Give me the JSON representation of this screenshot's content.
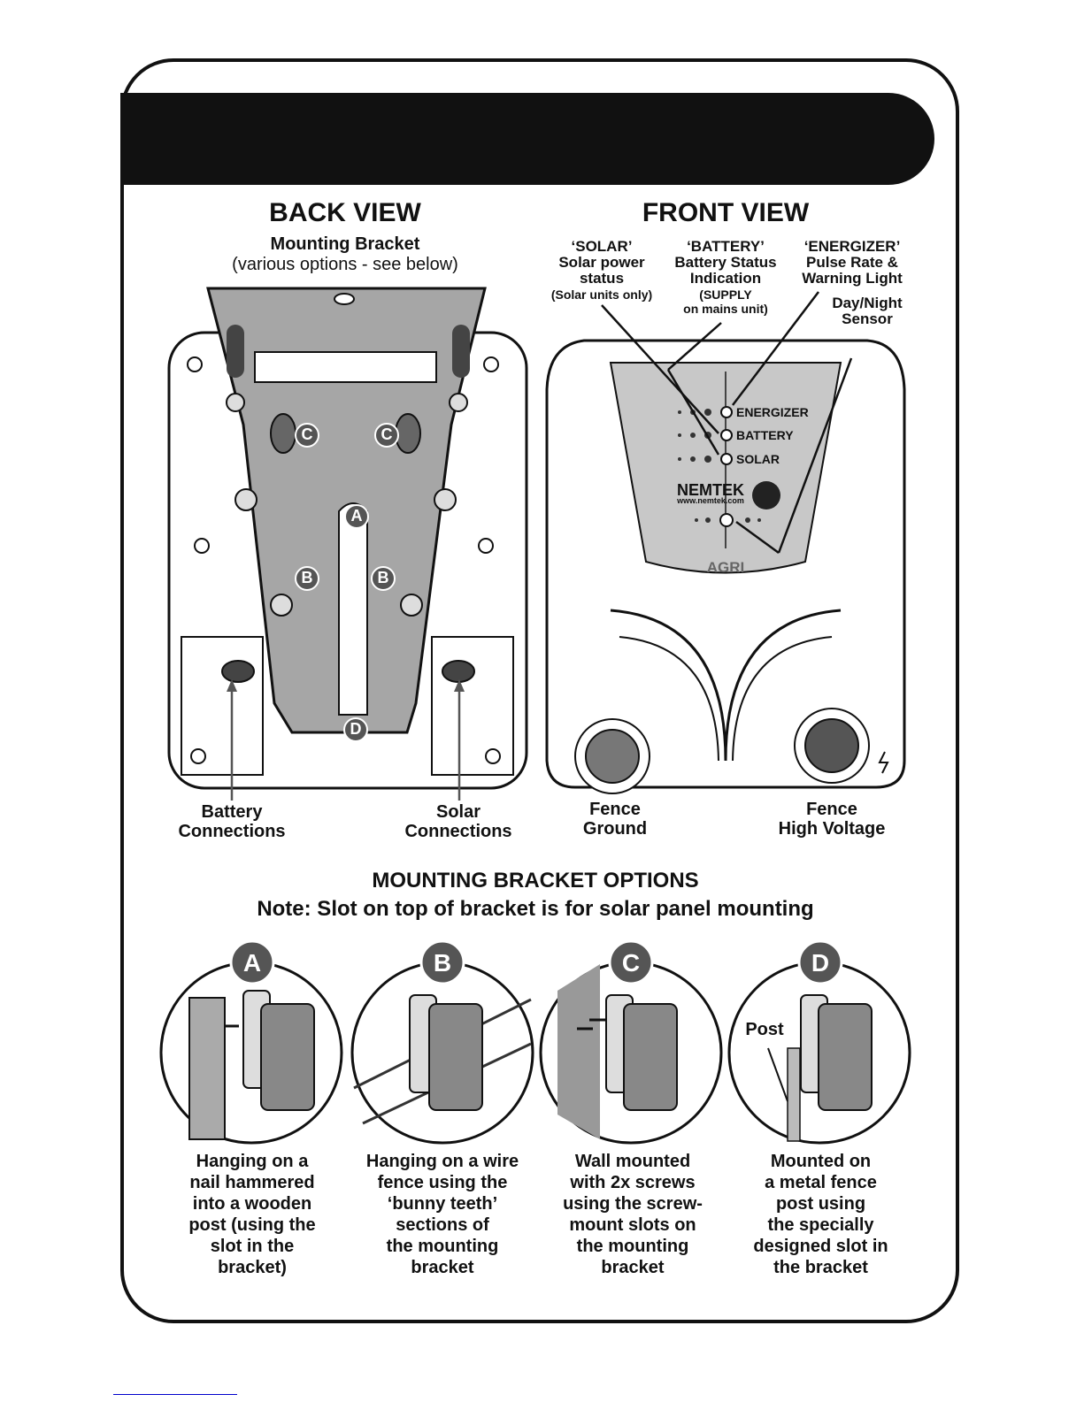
{
  "back_view": {
    "title": "BACK VIEW",
    "bracket_title": "Mounting Bracket",
    "bracket_sub": "(various options - see below)",
    "markers": {
      "a": "A",
      "b": "B",
      "c": "C",
      "d": "D"
    },
    "battery_label_1": "Battery",
    "battery_label_2": "Connections",
    "solar_label_1": "Solar",
    "solar_label_2": "Connections"
  },
  "front_view": {
    "title": "FRONT VIEW",
    "solar_callout": {
      "line1": "‘SOLAR’",
      "line2": "Solar power",
      "line3": "status",
      "line4": "(Solar units only)"
    },
    "battery_callout": {
      "line1": "‘BATTERY’",
      "line2": "Battery Status",
      "line3": "Indication",
      "line4": "(SUPPLY",
      "line5": "on mains unit)"
    },
    "energizer_callout": {
      "line1": "‘ENERGIZER’",
      "line2": "Pulse Rate &",
      "line3": "Warning Light"
    },
    "sensor_callout": {
      "line1": "Day/Night",
      "line2": "Sensor"
    },
    "panel": {
      "energizer": "ENERGIZER",
      "battery": "BATTERY",
      "solar": "SOLAR",
      "brand": "NEMTEK",
      "url": "www.nemtek.com",
      "model": "AGRI"
    },
    "ground_label_1": "Fence",
    "ground_label_2": "Ground",
    "hv_label_1": "Fence",
    "hv_label_2": "High Voltage"
  },
  "options": {
    "title": "MOUNTING BRACKET OPTIONS",
    "note": "Note: Slot on top of bracket is for solar panel mounting",
    "items": [
      {
        "letter": "A",
        "lines": [
          "Hanging on a",
          "nail hammered",
          "into a wooden",
          "post (using the",
          "slot in the",
          "bracket)"
        ]
      },
      {
        "letter": "B",
        "lines": [
          "Hanging on a wire",
          "fence using the",
          "‘bunny teeth’",
          "sections of",
          "the mounting",
          "bracket"
        ]
      },
      {
        "letter": "C",
        "lines": [
          "Wall mounted",
          "with 2x screws",
          "using the screw-",
          "mount slots on",
          "the mounting",
          "bracket"
        ]
      },
      {
        "letter": "D",
        "lines": [
          "Mounted on",
          "a metal fence",
          "post using",
          "the specially",
          "designed slot in",
          "the bracket"
        ]
      }
    ],
    "post_label": "Post"
  },
  "colors": {
    "frame": "#111111",
    "bracket_fill": "#a6a6a6",
    "marker_fill": "#555555",
    "panel_fill": "#c8c8c8"
  }
}
